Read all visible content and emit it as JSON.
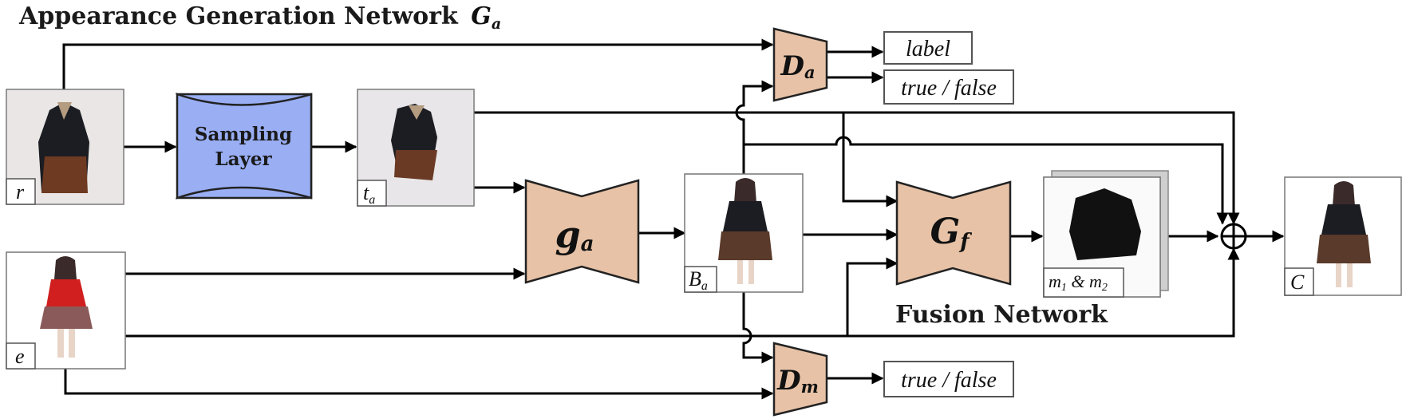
{
  "titles": {
    "appearance_network": "Appearance Generation Network",
    "appearance_symbol": "G",
    "appearance_sub": "a",
    "fusion_network": "Fusion Network"
  },
  "blocks": {
    "sampling_line1": "Sampling",
    "sampling_line2": "Layer",
    "ga_main": "g",
    "ga_sub": "a",
    "gf_main": "G",
    "gf_sub": "f",
    "da_main": "D",
    "da_sub": "a",
    "dm_main": "D",
    "dm_sub": "m"
  },
  "image_labels": {
    "r": "r",
    "ta_main": "t",
    "ta_sub": "a",
    "e": "e",
    "ba_main": "B",
    "ba_sub": "a",
    "masks_m1": "m",
    "masks_sub1": "1",
    "masks_amp": " & ",
    "masks_m2": "m",
    "masks_sub2": "2",
    "c": "C"
  },
  "outputs": {
    "da_label": "label",
    "da_truefalse": "true / false",
    "dm_truefalse": "true / false"
  },
  "colors": {
    "network_block": "#e7c2a6",
    "sampling_block": "#99aef3",
    "connector": "#000000"
  }
}
